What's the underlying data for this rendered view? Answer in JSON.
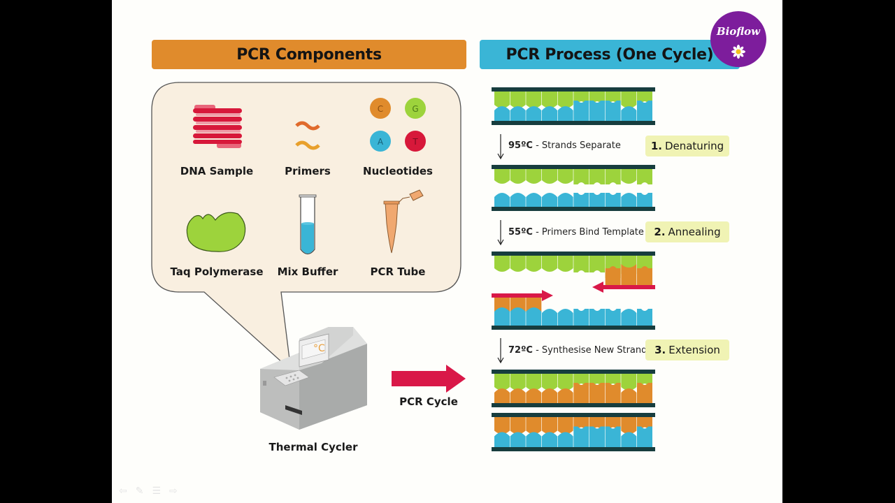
{
  "logo": {
    "text": "Bioflow",
    "icon": "daisy-flower-icon",
    "color": "#7d1d9c"
  },
  "components": {
    "title": "PCR Components",
    "header_color": "#e08b2c",
    "items": [
      {
        "label": "DNA Sample",
        "icon": "dna-helix-icon"
      },
      {
        "label": "Primers",
        "icon": "primers-icon"
      },
      {
        "label": "Nucleotides",
        "icon": "nucleotides-icon",
        "bases": [
          "C",
          "G",
          "A",
          "T"
        ]
      },
      {
        "label": "Taq Polymerase",
        "icon": "enzyme-icon"
      },
      {
        "label": "Mix Buffer",
        "icon": "test-tube-icon"
      },
      {
        "label": "PCR Tube",
        "icon": "pcr-tube-icon"
      }
    ],
    "machine": {
      "label": "Thermal Cycler",
      "display": "°C"
    },
    "arrow_label": "PCR Cycle"
  },
  "process": {
    "title": "PCR Process (One Cycle)",
    "header_color": "#3ab5d6",
    "steps": [
      {
        "temp": "95ºC",
        "desc": " - Strands Separate",
        "num": "1.",
        "name": "Denaturing"
      },
      {
        "temp": "55ºC",
        "desc": " - Primers Bind Template",
        "num": "2.",
        "name": "Annealing"
      },
      {
        "temp": "72ºC",
        "desc": " - Synthesise New Strand",
        "num": "3.",
        "name": "Extension"
      }
    ],
    "colors": {
      "backbone": "#173d3e",
      "green": "#9dd33c",
      "blue": "#3ab5d6",
      "orange": "#e08b2c",
      "primer_arrow": "#d91848"
    }
  },
  "nav": {
    "icons": [
      "prev-icon",
      "pen-icon",
      "menu-icon",
      "next-icon"
    ]
  }
}
